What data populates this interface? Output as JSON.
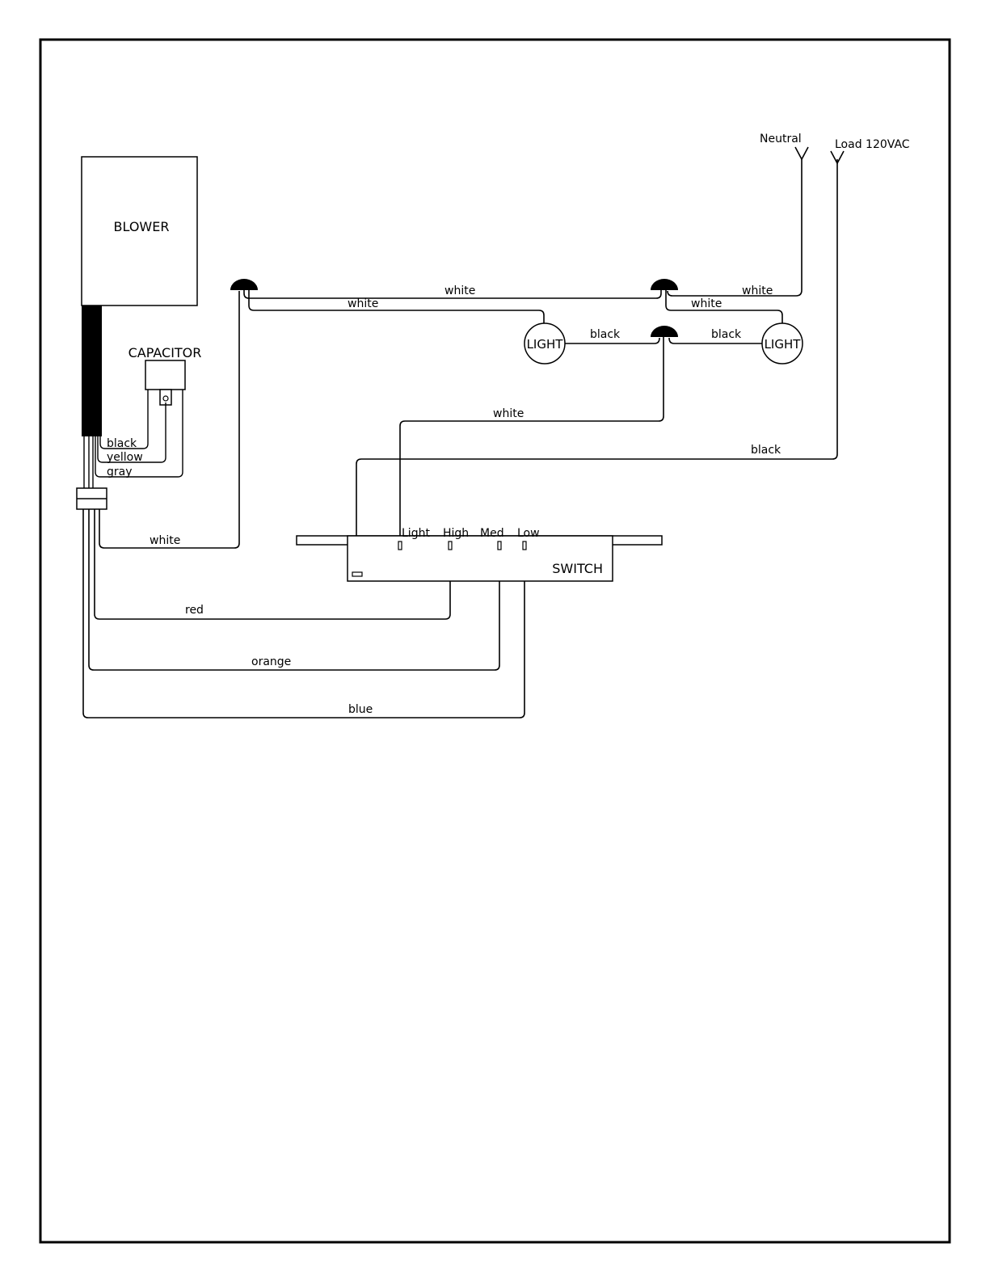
{
  "components": {
    "blower": "BLOWER",
    "capacitor": "CAPACITOR",
    "light_left": "LIGHT",
    "light_right": "LIGHT",
    "switch": "SWITCH",
    "neutral": "Neutral",
    "load": "Load 120VAC"
  },
  "switch_terminals": {
    "light": "Light",
    "high": "High",
    "med": "Med",
    "low": "Low"
  },
  "wires": {
    "neutral_white": "white",
    "top_white": "white",
    "left_light_white": "white",
    "right_light_white": "white",
    "left_light_black": "black",
    "right_light_black": "black",
    "switch_light_white": "white",
    "load_black": "black",
    "cap_black": "black",
    "cap_yellow": "yellow",
    "cap_gray": "gray",
    "blower_white": "white",
    "high_red": "red",
    "med_orange": "orange",
    "low_blue": "blue"
  }
}
